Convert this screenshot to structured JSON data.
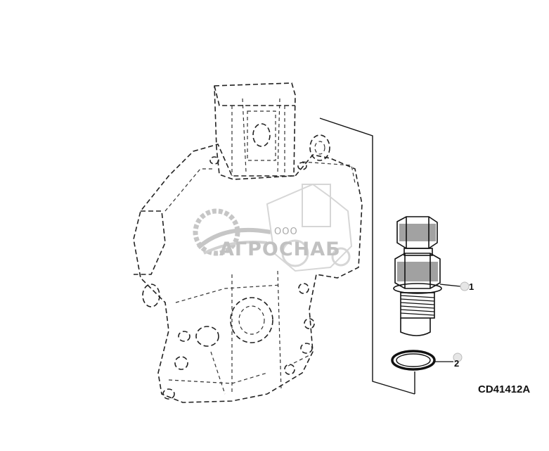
{
  "callouts": [
    {
      "number": "1",
      "part": "sensor"
    },
    {
      "number": "2",
      "part": "o-ring"
    }
  ],
  "figure_code": "CD41412A",
  "watermark": {
    "prefix": "ООО",
    "name": "АГРОСНАБ"
  }
}
